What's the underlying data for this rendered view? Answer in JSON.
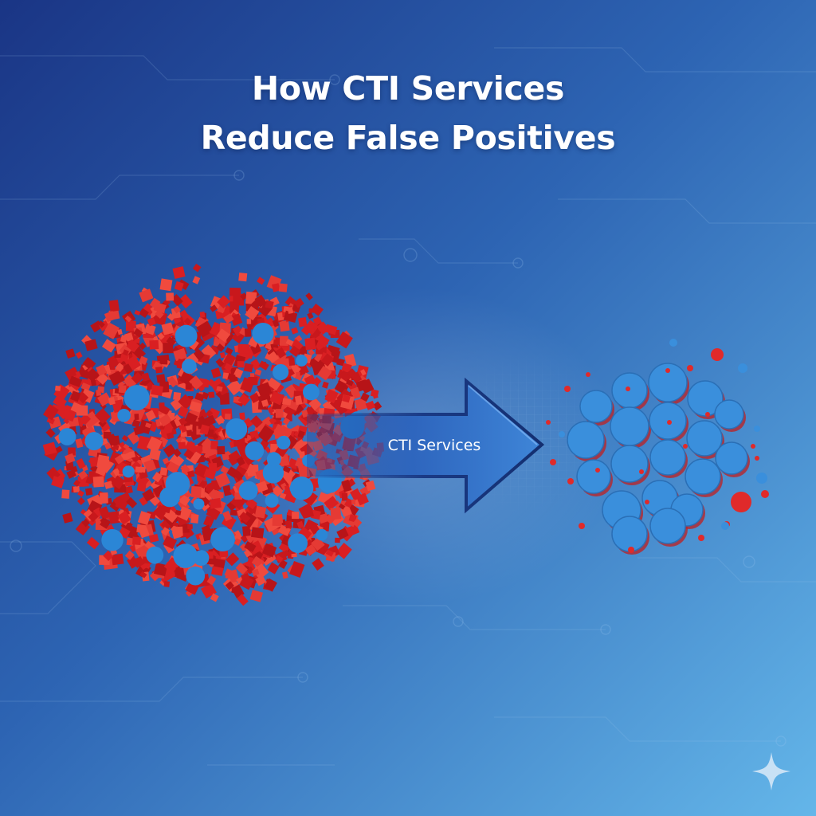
{
  "title": {
    "line1": "How CTI Services",
    "line2": "Reduce False Positives"
  },
  "arrow": {
    "label": "CTI Services"
  },
  "colors": {
    "background_top": "#1e3f8f",
    "background_bottom": "#5fb0e6",
    "alert_red": "#e02a2a",
    "signal_blue": "#2b86d6",
    "arrow_fill": "#2f6fc2",
    "arrow_edge": "#1a3a85"
  },
  "icons": {
    "corner": "sparkle-icon"
  }
}
